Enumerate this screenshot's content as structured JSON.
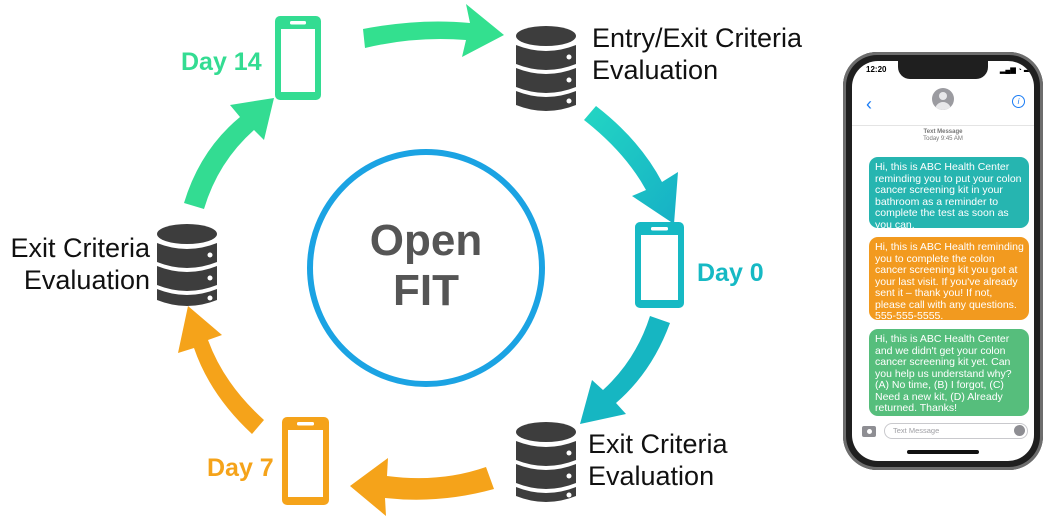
{
  "diagram": {
    "center": {
      "line1": "Open",
      "line2": "FIT"
    },
    "nodes": {
      "entry_exit_eval": {
        "line1": "Entry/Exit Criteria",
        "line2": "Evaluation"
      },
      "exit_eval_right": {
        "line1": "Exit Criteria",
        "line2": "Evaluation"
      },
      "exit_eval_left": {
        "line1": "Exit Criteria",
        "line2": "Evaluation"
      }
    },
    "days": {
      "day0": "Day 0",
      "day7": "Day 7",
      "day14": "Day 14"
    },
    "colors": {
      "teal": "#1cbfbf",
      "orange": "#f5a31a",
      "green": "#33dc92",
      "ring": "#1ba3e3",
      "database": "#3d3d3d"
    },
    "icons": [
      "phone-icon",
      "database-icon",
      "arrow-icon"
    ]
  },
  "phone": {
    "status_time": "12:20",
    "header": {
      "meta_title": "Text Message",
      "meta_time": "Today 9:45 AM"
    },
    "messages": [
      "Hi, this is ABC Health Center reminding you to put your colon cancer screening kit in your bathroom as a reminder to complete the test as soon as you can.",
      "Hi, this is ABC Health reminding you to complete the colon cancer screening kit you got at your last visit. If you've already sent it – thank you! If not, please call with any questions. 555-555-5555.",
      "Hi, this is ABC Health Center and we didn't get your colon cancer screening kit yet. Can you help us understand why? (A) No time, (B) I forgot, (C) Need a new kit, (D) Already returned. Thanks!"
    ],
    "input_placeholder": "Text Message"
  }
}
